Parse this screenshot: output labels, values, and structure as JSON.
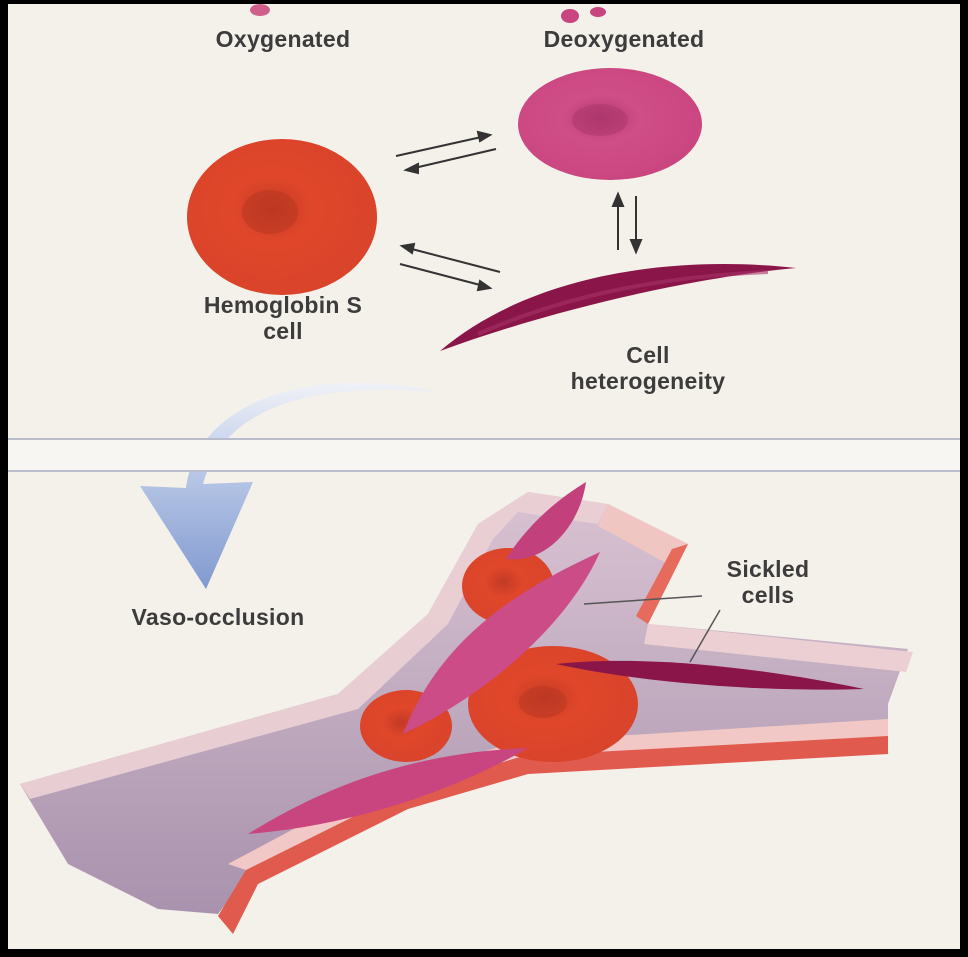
{
  "labels": {
    "oxygenated": "Oxygenated",
    "deoxygenated": "Deoxygenated",
    "hbs_line1": "Hemoglobin S",
    "hbs_line2": "cell",
    "hetero_line1": "Cell",
    "hetero_line2": "heterogeneity",
    "vaso": "Vaso-occlusion",
    "sickled_line1": "Sickled",
    "sickled_line2": "cells"
  },
  "colors": {
    "oxygenated_cell": "#e0472a",
    "deoxygenated_cell": "#c9457f",
    "sickle_cell": "#8a1548",
    "vessel_wall": "#e8b8b3",
    "vessel_interior": "#b49bb4",
    "arrow": "#8ea7d8"
  }
}
